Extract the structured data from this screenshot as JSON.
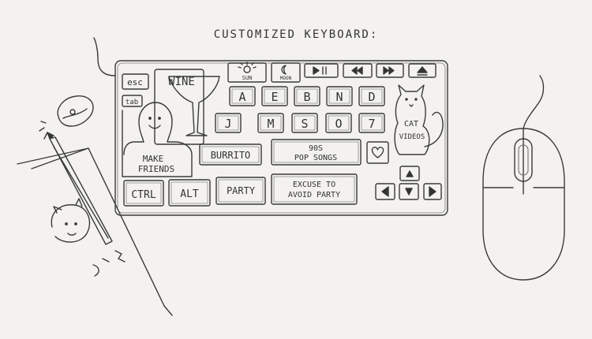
{
  "title": "CUSTOMIZED KEYBOARD:",
  "keys": {
    "esc": "esc",
    "tab": "tab",
    "wine": "WINE",
    "sun": "SUN",
    "moon": "MOON",
    "letters_row1": [
      "A",
      "E",
      "B",
      "N",
      "D"
    ],
    "letters_row2": [
      "J",
      "M",
      "S",
      "O",
      "7"
    ],
    "make_friends_line1": "MAKE",
    "make_friends_line2": "FRIENDS",
    "burrito": "BURRITO",
    "pop_songs_line1": "90S",
    "pop_songs_line2": "POP SONGS",
    "cat_videos_line1": "CAT",
    "cat_videos_line2": "VIDEOS",
    "ctrl": "CTRL",
    "alt": "ALT",
    "party": "PARTY",
    "excuse_line1": "EXCUSE TO",
    "excuse_line2": "AVOID PARTY"
  },
  "icons": [
    "sun-icon",
    "moon-icon",
    "play-pause-icon",
    "rewind-icon",
    "fast-forward-icon",
    "eject-icon",
    "heart-icon",
    "arrow-up-icon",
    "arrow-left-icon",
    "arrow-down-icon",
    "arrow-right-icon"
  ]
}
